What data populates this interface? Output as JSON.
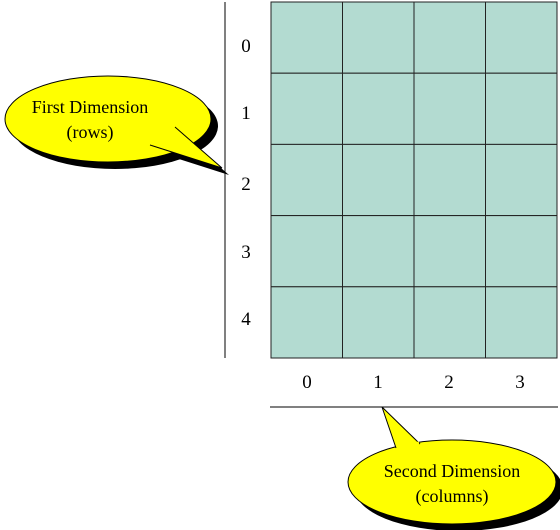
{
  "colors": {
    "cell_fill": "#b3dbd1",
    "grid_line": "#222222",
    "callout_fill": "#ffff00",
    "callout_shadow": "#000000"
  },
  "grid": {
    "rows": 5,
    "columns": 4
  },
  "row_labels": [
    "0",
    "1",
    "2",
    "3",
    "4"
  ],
  "column_labels": [
    "0",
    "1",
    "2",
    "3"
  ],
  "callouts": {
    "rows": {
      "line1": "First Dimension",
      "line2": "(rows)"
    },
    "columns": {
      "line1": "Second Dimension",
      "line2": "(columns)"
    }
  }
}
